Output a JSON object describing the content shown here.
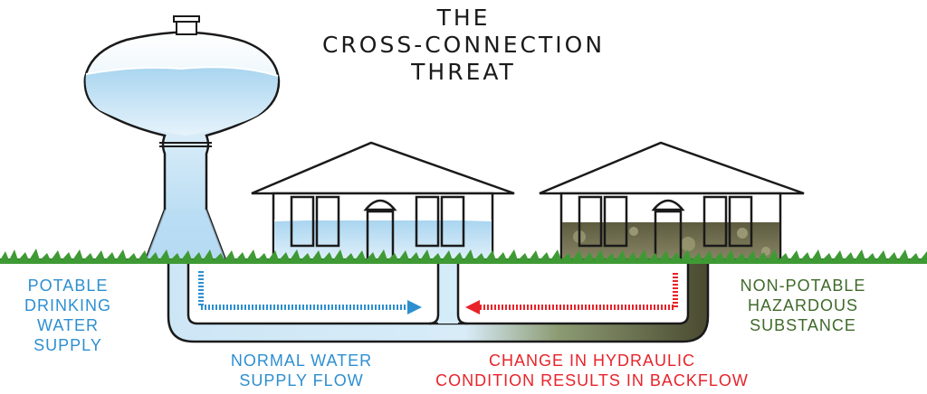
{
  "title": {
    "line1": "THE",
    "line2": "CROSS-CONNECTION",
    "line3": "THREAT"
  },
  "labels": {
    "potable": {
      "line1": "POTABLE",
      "line2": "DRINKING WATER",
      "line3": "SUPPLY"
    },
    "hazard": {
      "line1": "NON-POTABLE",
      "line2": "HAZARDOUS",
      "line3": "SUBSTANCE"
    },
    "normal_flow": {
      "line1": "NORMAL WATER",
      "line2": "SUPPLY FLOW"
    },
    "backflow": {
      "line1": "CHANGE IN HYDRAULIC",
      "line2": "CONDITION RESULTS IN BACKFLOW"
    }
  },
  "colors": {
    "potable_blue": "#2d8fd0",
    "backflow_red": "#e8232a",
    "hazard_green": "#3f6a2a",
    "water_light": "#cfe8f6",
    "sludge": "#7d7a5a",
    "grass": "#2f7d2a"
  }
}
